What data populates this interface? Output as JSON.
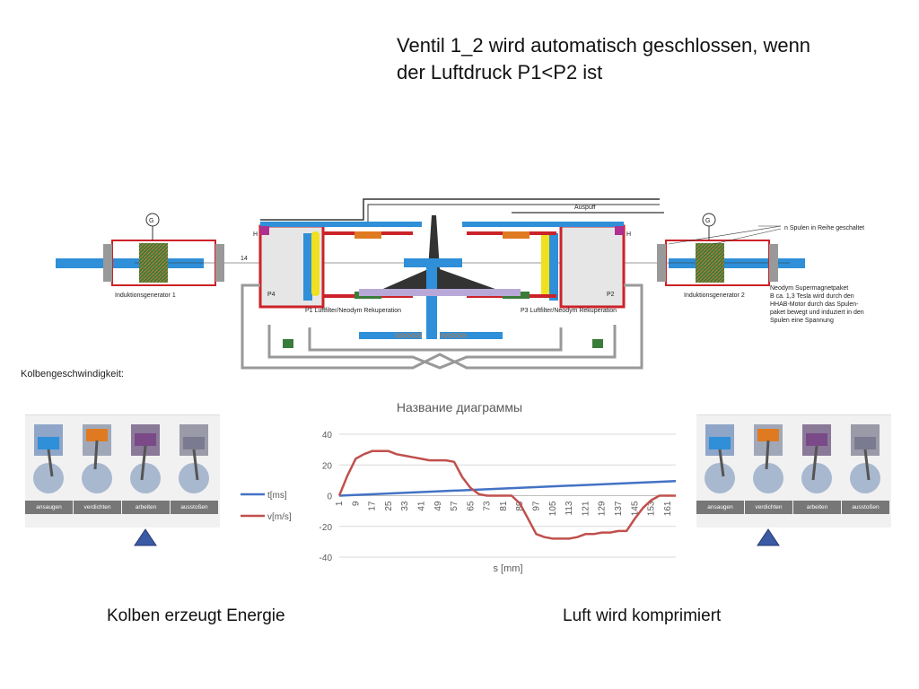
{
  "headline": {
    "line1": "Ventil 1_2 wird automatisch geschlossen, wenn",
    "line2": "der Luftdruck P1<P2 ist"
  },
  "diagram": {
    "exhaust_label": "Auspuff",
    "gen_left_label": "Induktionsgenerator 1",
    "gen_right_label": "Induktionsgenerator 2",
    "gauge_label": "G",
    "marker_h": "H",
    "marker_14": "14",
    "p4": "P4",
    "p2": "P2",
    "airfilter_left": "P1 Luftfilter/Neodym Rekuperation",
    "airfilter_right": "P3 Luftfilter/Neodym Rekuperation",
    "note_coils": "n Spulen in Reihe geschaltet",
    "note_magnet": [
      "Neodym Supermagnetpaket",
      "B ca. 1,3 Tesla wird durch den",
      "HHAB-Motor durch das Spulen-",
      "paket bewegt und induziert in den",
      "Spulen eine Spannung"
    ]
  },
  "section_label": "Kolbengeschwindigkeit:",
  "cycle_labels": [
    "ansaugen",
    "verdichten",
    "arbeiten",
    "ausstoßen"
  ],
  "captions": {
    "left": "Kolben erzeugt Energie",
    "right": "Luft wird komprimiert"
  },
  "colors": {
    "blue": "#2f8fd8",
    "red": "#cc2229",
    "grey": "#cfcfcf",
    "dark": "#333333",
    "series_t": "#4472c4",
    "series_v": "#c0504d",
    "marker": "#3a5aa6"
  },
  "chart_data": {
    "type": "line",
    "title": "Название диаграммы",
    "xlabel": "s [mm]",
    "ylabel": "",
    "ylim": [
      -40,
      40
    ],
    "yticks": [
      -40,
      -20,
      0,
      20,
      40
    ],
    "xticks": [
      1,
      9,
      17,
      25,
      33,
      41,
      49,
      57,
      65,
      73,
      81,
      89,
      97,
      105,
      113,
      121,
      129,
      137,
      145,
      153,
      161
    ],
    "xrange": [
      1,
      165
    ],
    "legend_position": "left",
    "series": [
      {
        "name": "t[ms]",
        "x": [
          1,
          165
        ],
        "values": [
          0,
          9.5
        ]
      },
      {
        "name": "v[m/s]",
        "x": [
          1,
          5,
          9,
          13,
          17,
          21,
          25,
          29,
          33,
          37,
          41,
          45,
          49,
          53,
          57,
          61,
          65,
          69,
          73,
          77,
          81,
          85,
          89,
          93,
          97,
          101,
          105,
          109,
          113,
          117,
          121,
          125,
          129,
          133,
          137,
          141,
          145,
          149,
          153,
          157,
          161,
          165
        ],
        "values": [
          0,
          13,
          24,
          27,
          29,
          29,
          29,
          27,
          26,
          25,
          24,
          23,
          23,
          23,
          22,
          12,
          5,
          1,
          0,
          0,
          0,
          0,
          -5,
          -15,
          -25,
          -27,
          -28,
          -28,
          -28,
          -27,
          -25,
          -25,
          -24,
          -24,
          -23,
          -23,
          -15,
          -8,
          -3,
          0,
          0,
          0
        ]
      }
    ]
  }
}
